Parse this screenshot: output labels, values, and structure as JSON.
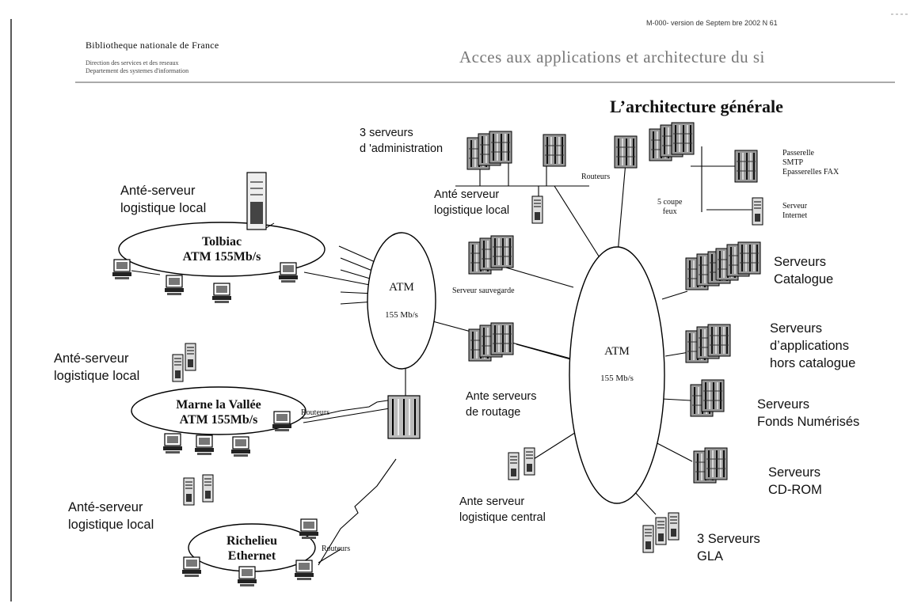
{
  "header": {
    "reference": "M-000- version de Septem bre 2002   N  61",
    "organization": "Bibliotheque nationale de France",
    "department_line1": "Direction des services et des reseaux",
    "department_line2": "Departement des systemes d'information",
    "document_title": "Acces aux applications et architecture du si"
  },
  "diagram": {
    "title": "L’architecture générale",
    "networks": {
      "tolbiac": "Tolbiac\nATM 155Mb/s",
      "marne": "Marne la Vallée\nATM 155Mb/s",
      "richelieu": "Richelieu\nEthernet",
      "atm_left_name": "ATM",
      "atm_left_speed": "155 Mb/s",
      "atm_center_name": "ATM",
      "atm_center_speed": "155 Mb/s"
    },
    "labels": {
      "ante_tolbiac": "Anté-serveur\nlogistique local",
      "ante_marne": "Anté-serveur\nlogistique local",
      "ante_richelieu": "Anté-serveur\nlogistique local",
      "admin_servers": "3 serveurs\nd 'administration",
      "ante_admin": "Anté serveur\nlogistique local",
      "routeurs_top": "Routeurs",
      "passerelle": "Passerelle\nSMTP\nEpasserelles FAX",
      "coupe_feux": "5 coupe\nfeux",
      "serveur_internet": "Serveur\nInternet",
      "serveur_sauvegarde": "Serveur sauvegarde",
      "ante_routage": "Ante serveurs\nde routage",
      "ante_central": "Ante serveur\nlogistique central",
      "routeurs_marne": "Routeurs",
      "routeurs_richelieu": "Routeurs",
      "serveurs_catalogue": "Serveurs\nCatalogue",
      "serveurs_applications": "Serveurs\nd’applications\nhors catalogue",
      "serveurs_fonds": "Serveurs\nFonds Numérisés",
      "serveurs_cdrom": "Serveurs\nCD-ROM",
      "serveurs_gla": "3 Serveurs\nGLA"
    }
  }
}
